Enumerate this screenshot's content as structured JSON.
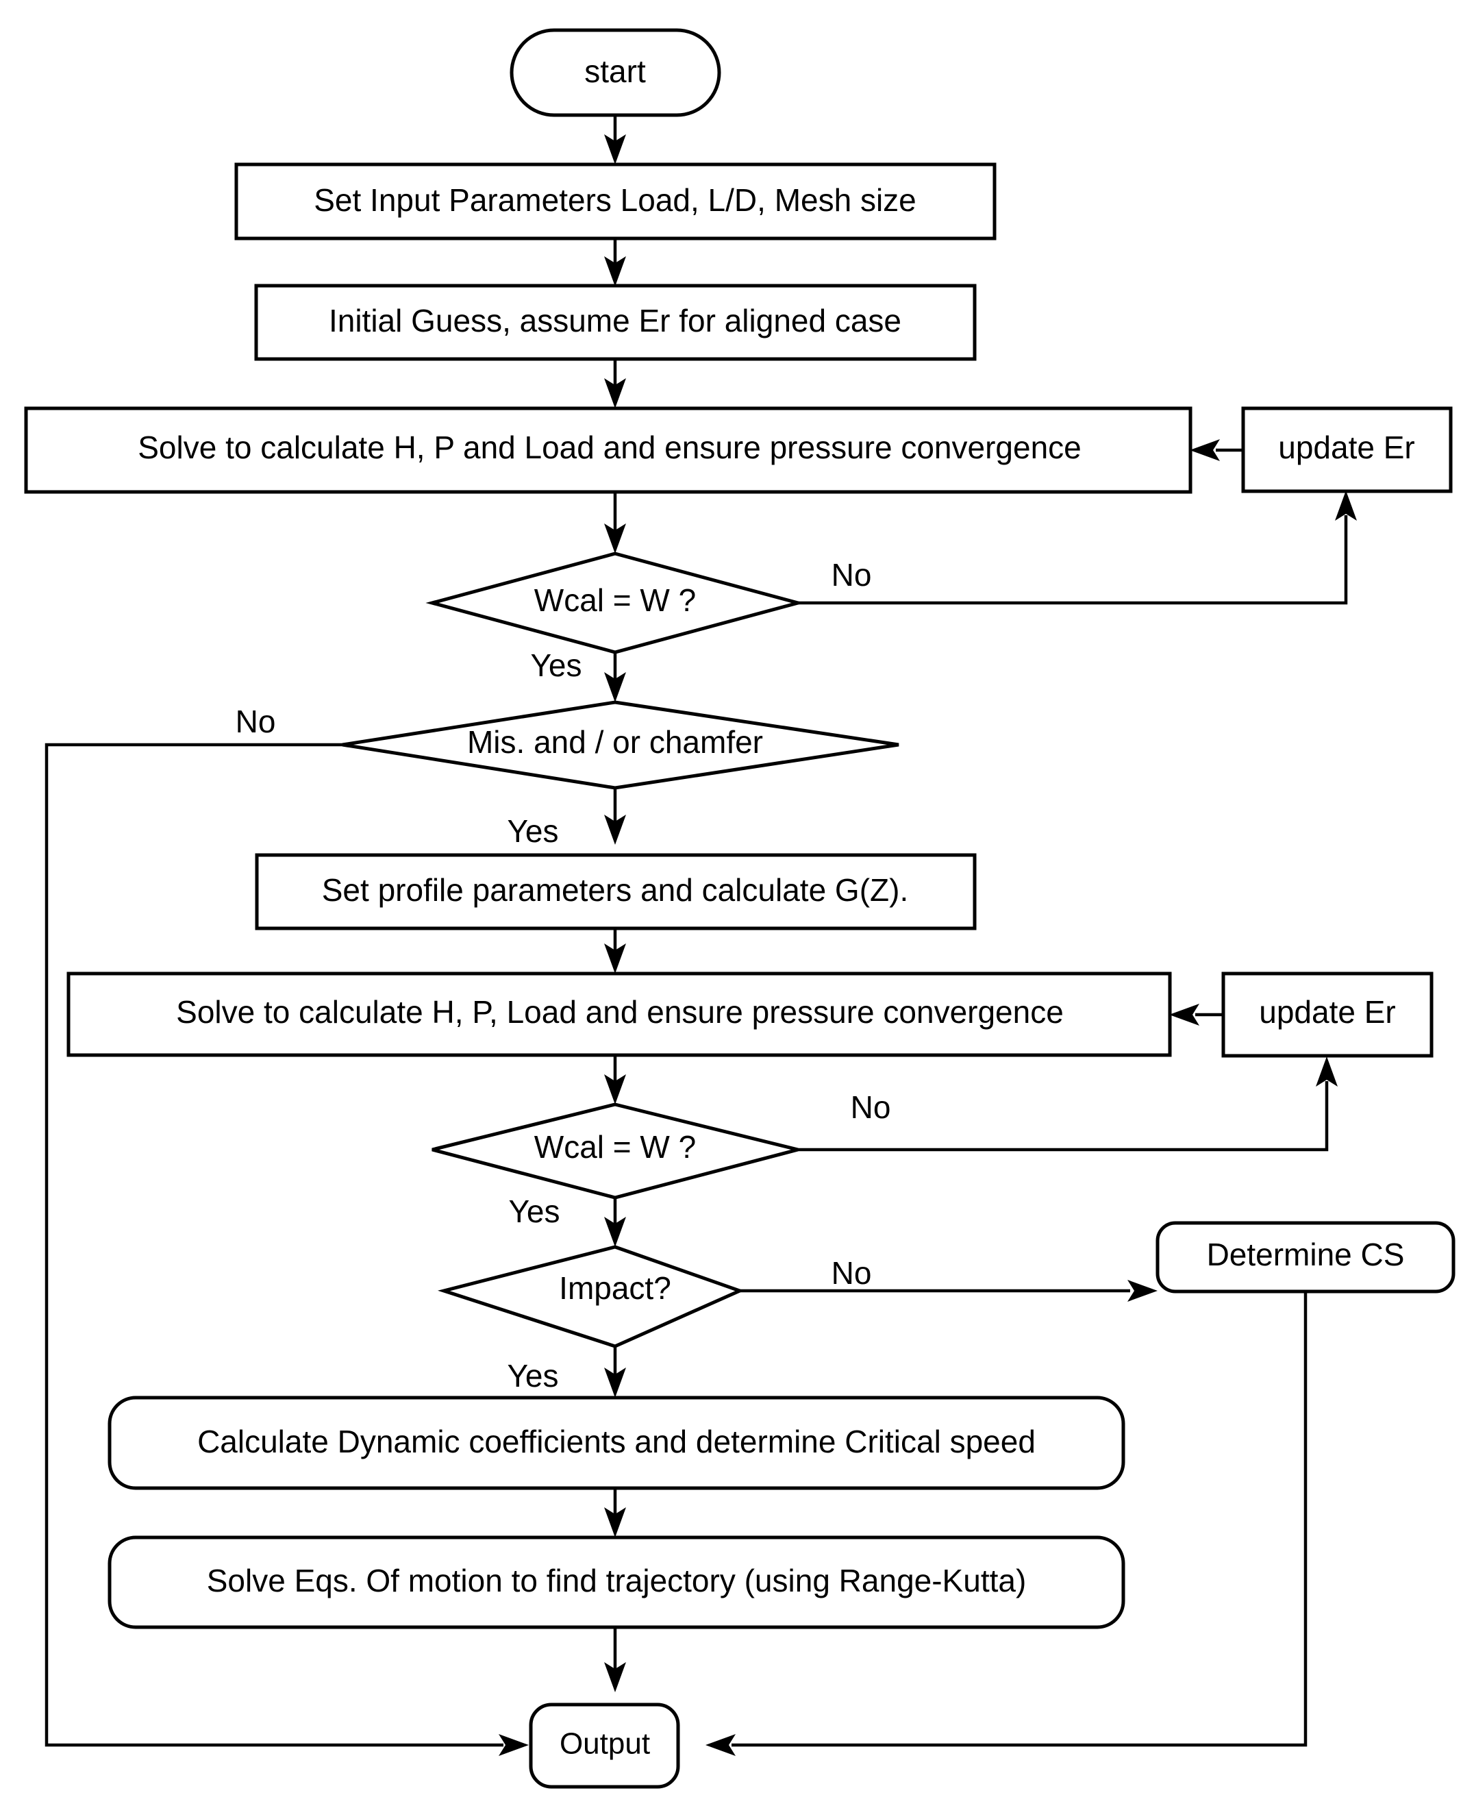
{
  "diagram": {
    "title": "Simulation solution procedure flowchart",
    "background_color": "#ffffff",
    "line_color": "#000000",
    "nodes": {
      "start": {
        "label": "start",
        "shape": "stadium"
      },
      "set_input": {
        "label": "Set Input Parameters Load, L/D, Mesh size",
        "shape": "rectangle"
      },
      "initial_guess": {
        "label": "Initial Guess, assume Er for aligned case",
        "shape": "rectangle"
      },
      "solve1": {
        "label": "Solve to calculate H,  P and Load and ensure pressure convergence",
        "shape": "rectangle"
      },
      "update_er1": {
        "label": "update Er",
        "shape": "rectangle"
      },
      "wcal1": {
        "label": "Wcal = W ?",
        "shape": "diamond"
      },
      "mis_chamfer": {
        "label": "Mis. and / or chamfer",
        "shape": "diamond"
      },
      "set_profile": {
        "label": "Set profile parameters and calculate G(Z).",
        "shape": "rectangle"
      },
      "solve2": {
        "label": "Solve to calculate H,  P, Load and ensure pressure convergence",
        "shape": "rectangle"
      },
      "update_er2": {
        "label": "update Er",
        "shape": "rectangle"
      },
      "wcal2": {
        "label": "Wcal = W ?",
        "shape": "diamond"
      },
      "impact": {
        "label": "Impact?",
        "shape": "diamond"
      },
      "determine_cs": {
        "label": "Determine CS",
        "shape": "rounded-rectangle"
      },
      "calc_dynamic": {
        "label": "Calculate Dynamic coefficients and determine Critical speed",
        "shape": "rounded-rectangle"
      },
      "solve_eqs": {
        "label": "Solve Eqs. Of motion to find trajectory (using Range-Kutta)",
        "shape": "rounded-rectangle"
      },
      "output": {
        "label": "Output",
        "shape": "rounded-rectangle"
      }
    },
    "edge_labels": {
      "wcal1_no": "No",
      "wcal1_yes": "Yes",
      "mis_no": "No",
      "mis_yes": "Yes",
      "wcal2_no": "No",
      "wcal2_yes": "Yes",
      "impact_no": "No",
      "impact_yes": "Yes"
    }
  }
}
